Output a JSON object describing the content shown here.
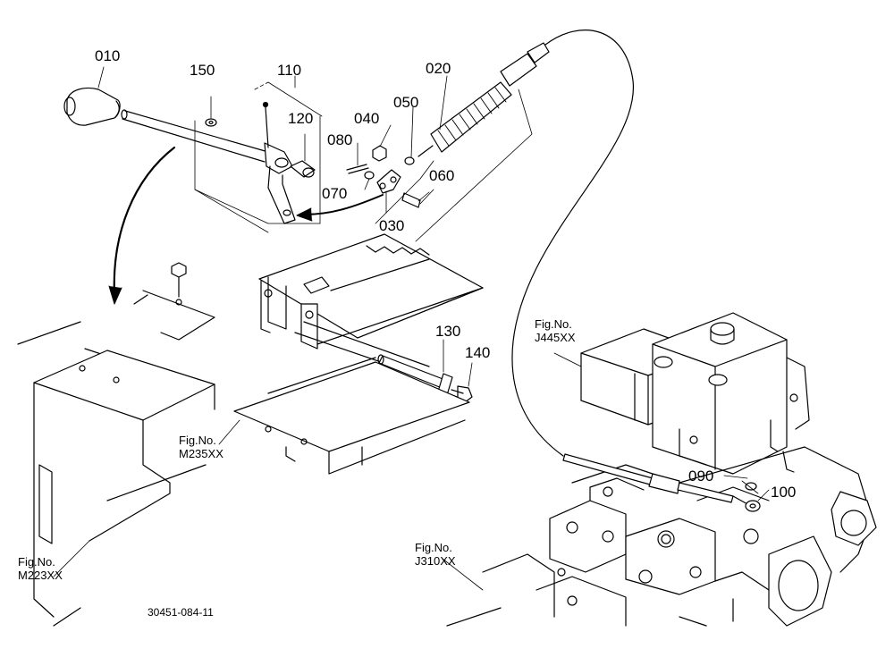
{
  "parts": [
    {
      "id": "p010",
      "label": "010"
    },
    {
      "id": "p020",
      "label": "020"
    },
    {
      "id": "p030",
      "label": "030"
    },
    {
      "id": "p040",
      "label": "040"
    },
    {
      "id": "p050",
      "label": "050"
    },
    {
      "id": "p060",
      "label": "060"
    },
    {
      "id": "p070",
      "label": "070"
    },
    {
      "id": "p080",
      "label": "080"
    },
    {
      "id": "p090",
      "label": "090"
    },
    {
      "id": "p100",
      "label": "100"
    },
    {
      "id": "p110",
      "label": "110"
    },
    {
      "id": "p120",
      "label": "120"
    },
    {
      "id": "p130",
      "label": "130"
    },
    {
      "id": "p140",
      "label": "140"
    },
    {
      "id": "p150",
      "label": "150"
    }
  ],
  "figure_refs": [
    {
      "id": "j445",
      "line1": "Fig.No.",
      "line2": "J445XX"
    },
    {
      "id": "m235",
      "line1": "Fig.No.",
      "line2": "M235XX"
    },
    {
      "id": "m223",
      "line1": "Fig.No.",
      "line2": "M223XX"
    },
    {
      "id": "j310",
      "line1": "Fig.No.",
      "line2": "J310XX"
    }
  ],
  "drawing_code": "30451-084-11",
  "colors": {
    "line": "#000000",
    "background": "#ffffff"
  }
}
